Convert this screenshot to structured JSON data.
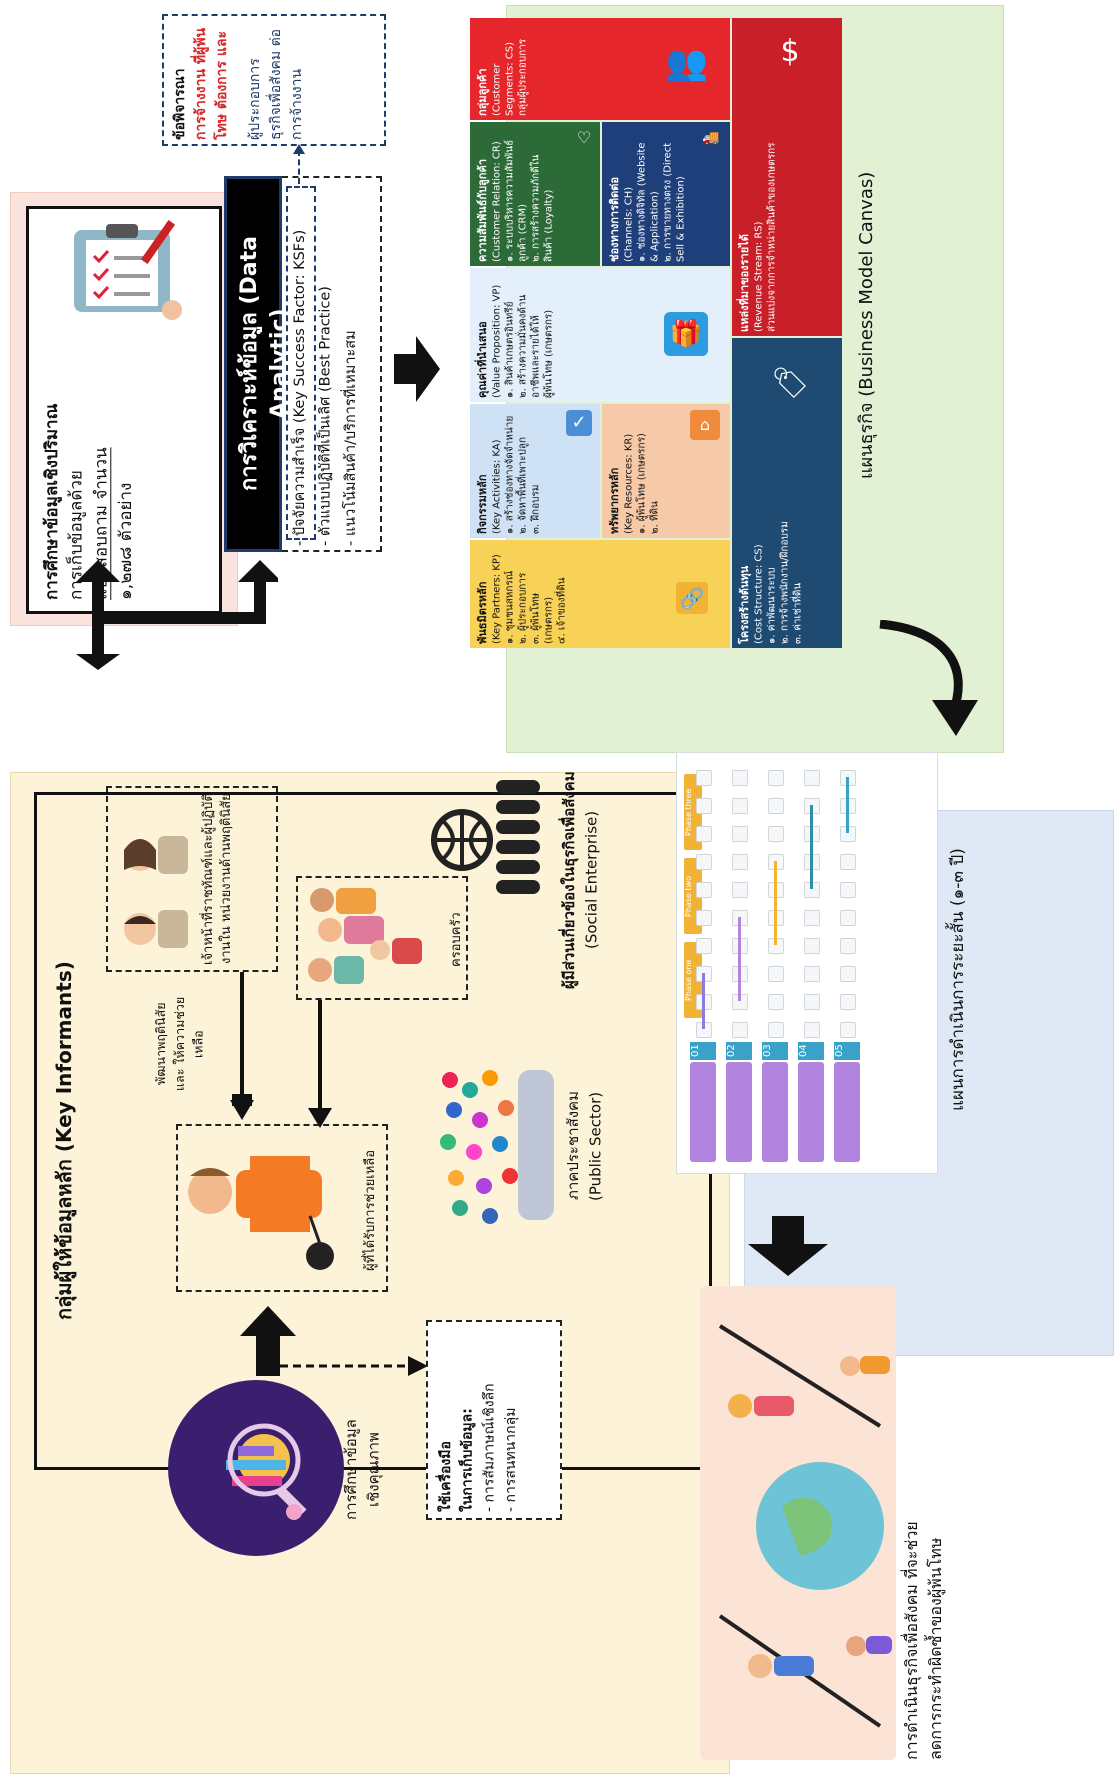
{
  "quant": {
    "title": "การศึกษาข้อมูลเชิงปริมาณ",
    "line1": "การเก็บข้อมูลด้วย",
    "line2": "แบบสอบถาม จำนวน",
    "line3": "๑,๒๗๘ ตัวอย่าง"
  },
  "analytic": {
    "title": "การวิเคราะห์ข้อมูล (Data Analytic)",
    "items": [
      "- ปัจจัยความสำเร็จ (Key Success Factor: KSFs)",
      "- ตัวแบบปฏิบัติที่เป็นเลิศ (Best Practice)",
      "- แนวโน้มสินค้า/บริการที่เหมาะสม"
    ]
  },
  "consider": {
    "title": "ข้อพิจารณา",
    "red": "การจ้างงาน ที่ผู้พ้นโทษ ต้องการ และ",
    "blue": "ผู้ประกอบการ ธุรกิจเพื่อสังคม ต่อการจ้างงาน"
  },
  "bmc": {
    "caption": "แผนธุรกิจ (Business Model Canvas)",
    "kp": {
      "title": "พันธมิตรหลัก",
      "sub": "(Key Partners: KP)",
      "items": [
        "๑. ชุมชนสหกรณ์",
        "๒. ผู้ประกอบการ",
        "๓. ผู้พ้นโทษ",
        "(เกษตรกร)",
        "๔. เจ้าของที่ดิน"
      ]
    },
    "ka": {
      "title": "กิจกรรมหลัก",
      "sub": "(Key Activities: KA)",
      "items": [
        "๑. สร้างช่องทางจัดจำหน่าย",
        "๒. จัดหาพื้นที่เพาะปลูก",
        "๓. ฝึกอบรม"
      ]
    },
    "kr": {
      "title": "ทรัพยากรหลัก",
      "sub": "(Key Resources: KR)",
      "items": [
        "๑. ผู้พ้นโทษ (เกษตรกร)",
        "๒. ที่ดิน"
      ]
    },
    "vp": {
      "title": "คุณค่าที่นำเสนอ",
      "sub": "(Value Proposition: VP)",
      "items": [
        "๑. สินค้าเกษตรอินทรีย์",
        "๒. สร้างความมั่นคงด้าน",
        "อาชีพและรายได้ให้",
        "ผู้พ้นโทษ (เกษตรกร)"
      ]
    },
    "cr": {
      "title": "ความสัมพันธ์กับลูกค้า",
      "sub": "(Customer Relation: CR)",
      "items": [
        "๑. ระบบบริหารความสัมพันธ์",
        "ลูกค้า (CRM)",
        "๒. การสร้างความภักดีใน",
        "สินค้า (Loyalty)"
      ]
    },
    "ch": {
      "title": "ช่องทางการติดต่อ",
      "sub": "(Channels: CH)",
      "items": [
        "๑. ช่องทางดิจิทัล (Website",
        "& Application)",
        "๒. การขายทางตรง (Direct",
        "Sell & Exhibition)"
      ]
    },
    "cs": {
      "title": "กลุ่มลูกค้า",
      "sub": "(Customer Segments: CS)",
      "items": [
        "กลุ่มผู้ประกอบการ"
      ]
    },
    "cost": {
      "title": "โครงสร้างต้นทุน",
      "sub": "(Cost Structure: CS)",
      "items": [
        "๑. ค่าพัฒนาระบบ",
        "๒. การจ้างพนักงาน/ฝึกอบรม",
        "๓. ค่าเช่าที่ดิน"
      ]
    },
    "rs": {
      "title": "แหล่งที่มาของรายได้",
      "sub": "(Revenue Stream: RS)",
      "items": [
        "ส่วนแบ่งจากการจำหน่ายสินค้าของเกษตรกร"
      ]
    }
  },
  "key": {
    "title": "กลุ่มผู้ให้ข้อมูลหลัก (Key Informants)",
    "officers": "เจ้าหน้าที่ราชทัณฑ์และผู้ปฏิบัติงานใน หน่วยงานด้านพฤตินิสัย",
    "family": "ครอบครัว",
    "prisoner": "ผู้ที่ได้รับการช่วยเหลือ",
    "arrow_label": "พัฒนาพฤตินิสัย และ ให้ความช่วยเหลือ",
    "public_th": "ภาคประชาสังคม",
    "public_en": "(Public Sector)",
    "social_th": "ผู้มีส่วนเกี่ยวข้องในธุรกิจเพื่อสังคม",
    "social_en": "(Social Enterprise)"
  },
  "qual": {
    "title1": "การศึกษาข้อมูล",
    "title2": "เชิงคุณภาพ",
    "tools_title1": "ใช้เครื่องมือ",
    "tools_title2": "ในการเก็บข้อมูล:",
    "tools": [
      "- การสัมภาษณ์เชิงลึก",
      "- การสนทนากลุ่ม"
    ]
  },
  "plan": {
    "caption": "แผนการดำเนินการระยะสั้น (๑-๓ ปี)",
    "rows": [
      "01",
      "02",
      "03",
      "04",
      "05"
    ],
    "phases": [
      "Phase one",
      "Phase two",
      "Phase three"
    ]
  },
  "outcome": {
    "line1": "การดำเนินธุรกิจเพื่อสังคม ที่จะช่วย",
    "line2": "ลดการกระทำผิดซ้ำของผู้พ้นโทษ"
  },
  "colors": {
    "kp": "#f8d157",
    "ka": "#cfe1f5",
    "kr": "#f6c9a9",
    "vp": "#e3effa",
    "cr": "#2c6a38",
    "ch": "#1f3f7a",
    "cs": "#e5262a",
    "cost": "#1f4b72",
    "rs": "#c81f28",
    "navy": "#1f3b6b",
    "qual_circle": "#3a1f6e"
  }
}
